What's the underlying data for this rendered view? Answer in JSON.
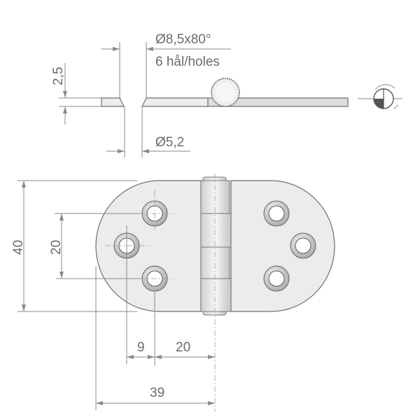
{
  "title_side_view": {
    "countersink_label": "Ø8,5x80°",
    "holes_label": "6 hål/holes",
    "thickness_label": "2,5",
    "through_hole_label": "Ø5,2"
  },
  "plan_view": {
    "height_label": "40",
    "hole_spacing_vertical_label": "20",
    "hole_offset_label": "9",
    "hole_to_pin_label": "20",
    "edge_to_pin_label": "39"
  },
  "colors": {
    "line": "#8a8a8a",
    "plate_fill": "#ececec",
    "symbol_fill": "#555555"
  }
}
